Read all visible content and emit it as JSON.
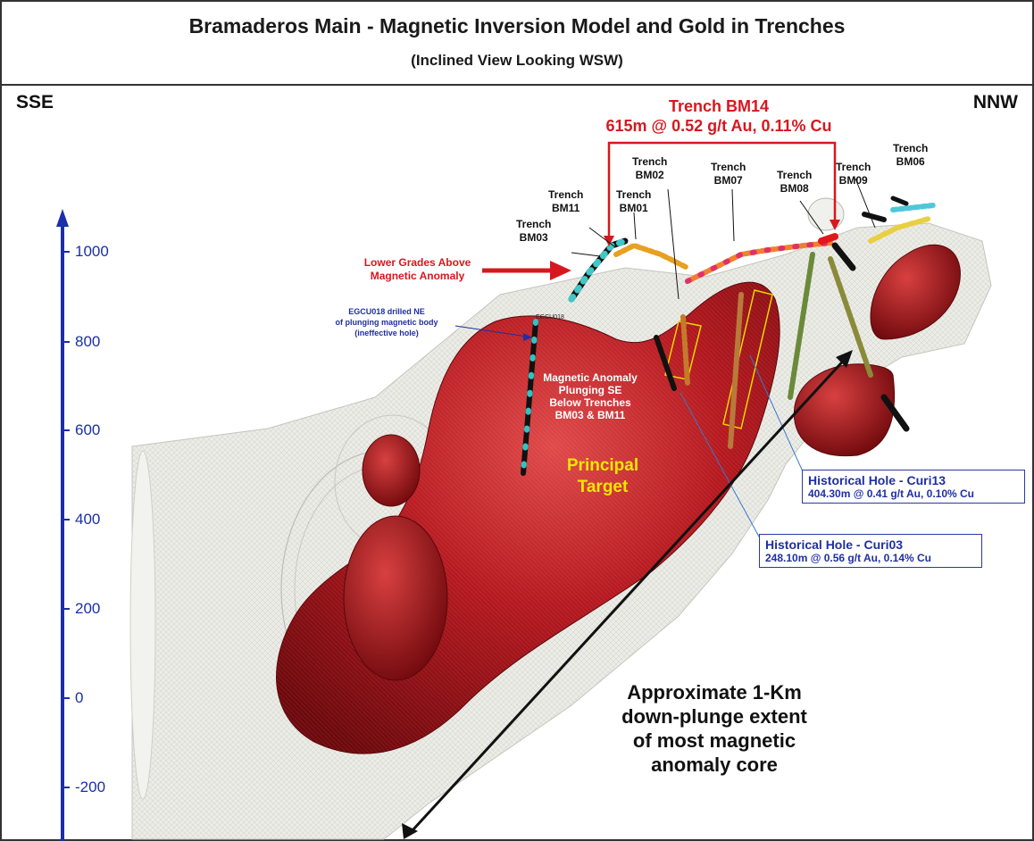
{
  "header": {
    "title": "Bramaderos Main - Magnetic Inversion Model and Gold in Trenches",
    "subtitle": "(Inclined View Looking WSW)"
  },
  "directions": {
    "left": "SSE",
    "right": "NNW"
  },
  "axis": {
    "ticks": [
      "1000",
      "800",
      "600",
      "400",
      "200",
      "0",
      "-200"
    ]
  },
  "trench_bm14": {
    "name": "Trench BM14",
    "result": "615m @ 0.52 g/t Au, 0.11% Cu"
  },
  "trenches": [
    {
      "line1": "Trench",
      "line2": "BM03"
    },
    {
      "line1": "Trench",
      "line2": "BM11"
    },
    {
      "line1": "Trench",
      "line2": "BM01"
    },
    {
      "line1": "Trench",
      "line2": "BM02"
    },
    {
      "line1": "Trench",
      "line2": "BM07"
    },
    {
      "line1": "Trench",
      "line2": "BM08"
    },
    {
      "line1": "Trench",
      "line2": "BM09"
    },
    {
      "line1": "Trench",
      "line2": "BM06"
    }
  ],
  "annotations": {
    "lower_grades": [
      "Lower Grades Above",
      "Magnetic Anomaly"
    ],
    "egcu018": [
      "EGCU018 drilled NE",
      "of plunging magnetic body",
      "(ineffective hole)"
    ],
    "egcu018_tag": "EGCU018",
    "magnetic_anomaly": [
      "Magnetic Anomaly",
      "Plunging SE",
      "Below Trenches",
      "BM03 & BM11"
    ],
    "principal_target": [
      "Principal",
      "Target"
    ],
    "extent": [
      "Approximate 1-Km",
      "down-plunge extent",
      "of most magnetic",
      "anomaly core"
    ]
  },
  "holes": {
    "curi13": {
      "name": "Historical Hole - Curi13",
      "result": "404.30m @ 0.41 g/t Au, 0.10% Cu"
    },
    "curi03": {
      "name": "Historical Hole - Curi03",
      "result": "248.10m @ 0.56 g/t Au, 0.14% Cu"
    }
  },
  "colors": {
    "body_red": "#a8141c",
    "shell": "#e9e9e4",
    "axis_blue": "#1a2fa8",
    "label_red": "#d6181e",
    "label_yellow": "#f2e600",
    "box_blue": "#1f2fa5"
  }
}
